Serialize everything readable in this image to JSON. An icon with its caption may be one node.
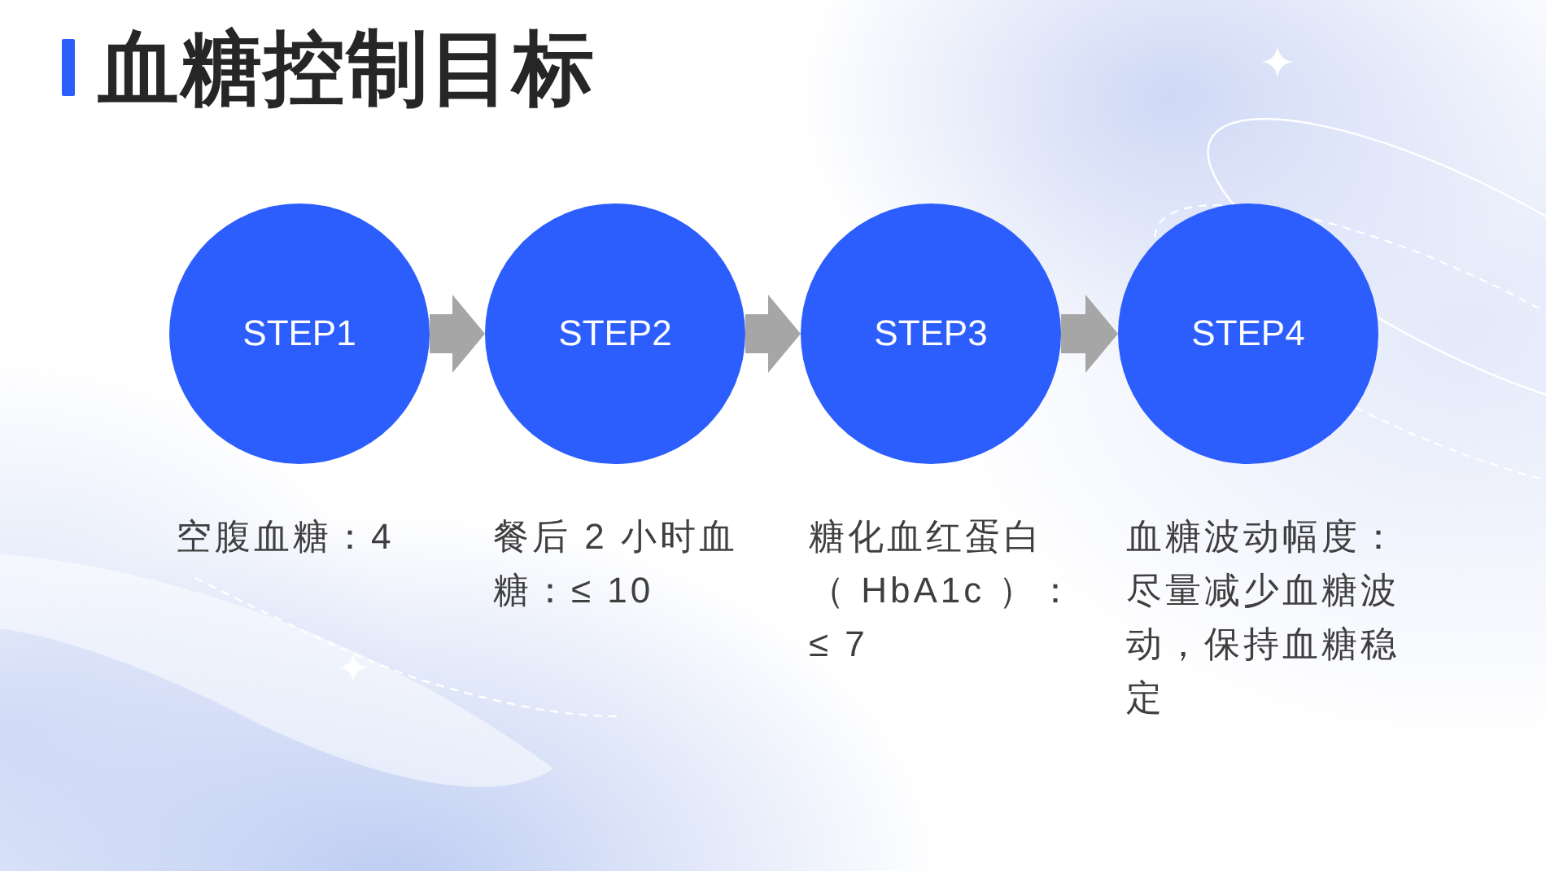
{
  "diagram": {
    "title": "血糖控制目标",
    "nodes": [
      {
        "text": [
          "STEP1"
        ],
        "beside": [
          "空腹血糖：4"
        ]
      },
      {
        "text": [
          "STEP2"
        ],
        "beside": [
          "餐后 2 小时血糖：≤ 10"
        ]
      },
      {
        "text": [
          "STEP3"
        ],
        "beside": [
          "糖化血红蛋白（ HbA1c ）：≤ 7"
        ]
      },
      {
        "text": [
          "STEP4"
        ],
        "beside": [
          "血糖波动幅度：尽量减少血糖波动，保持血糖稳定"
        ]
      }
    ],
    "edges": [
      {
        "from": 0,
        "to": 1,
        "arrow": "to"
      },
      {
        "from": 1,
        "to": 2,
        "arrow": "to"
      },
      {
        "from": 2,
        "to": 3,
        "arrow": "to"
      }
    ]
  }
}
